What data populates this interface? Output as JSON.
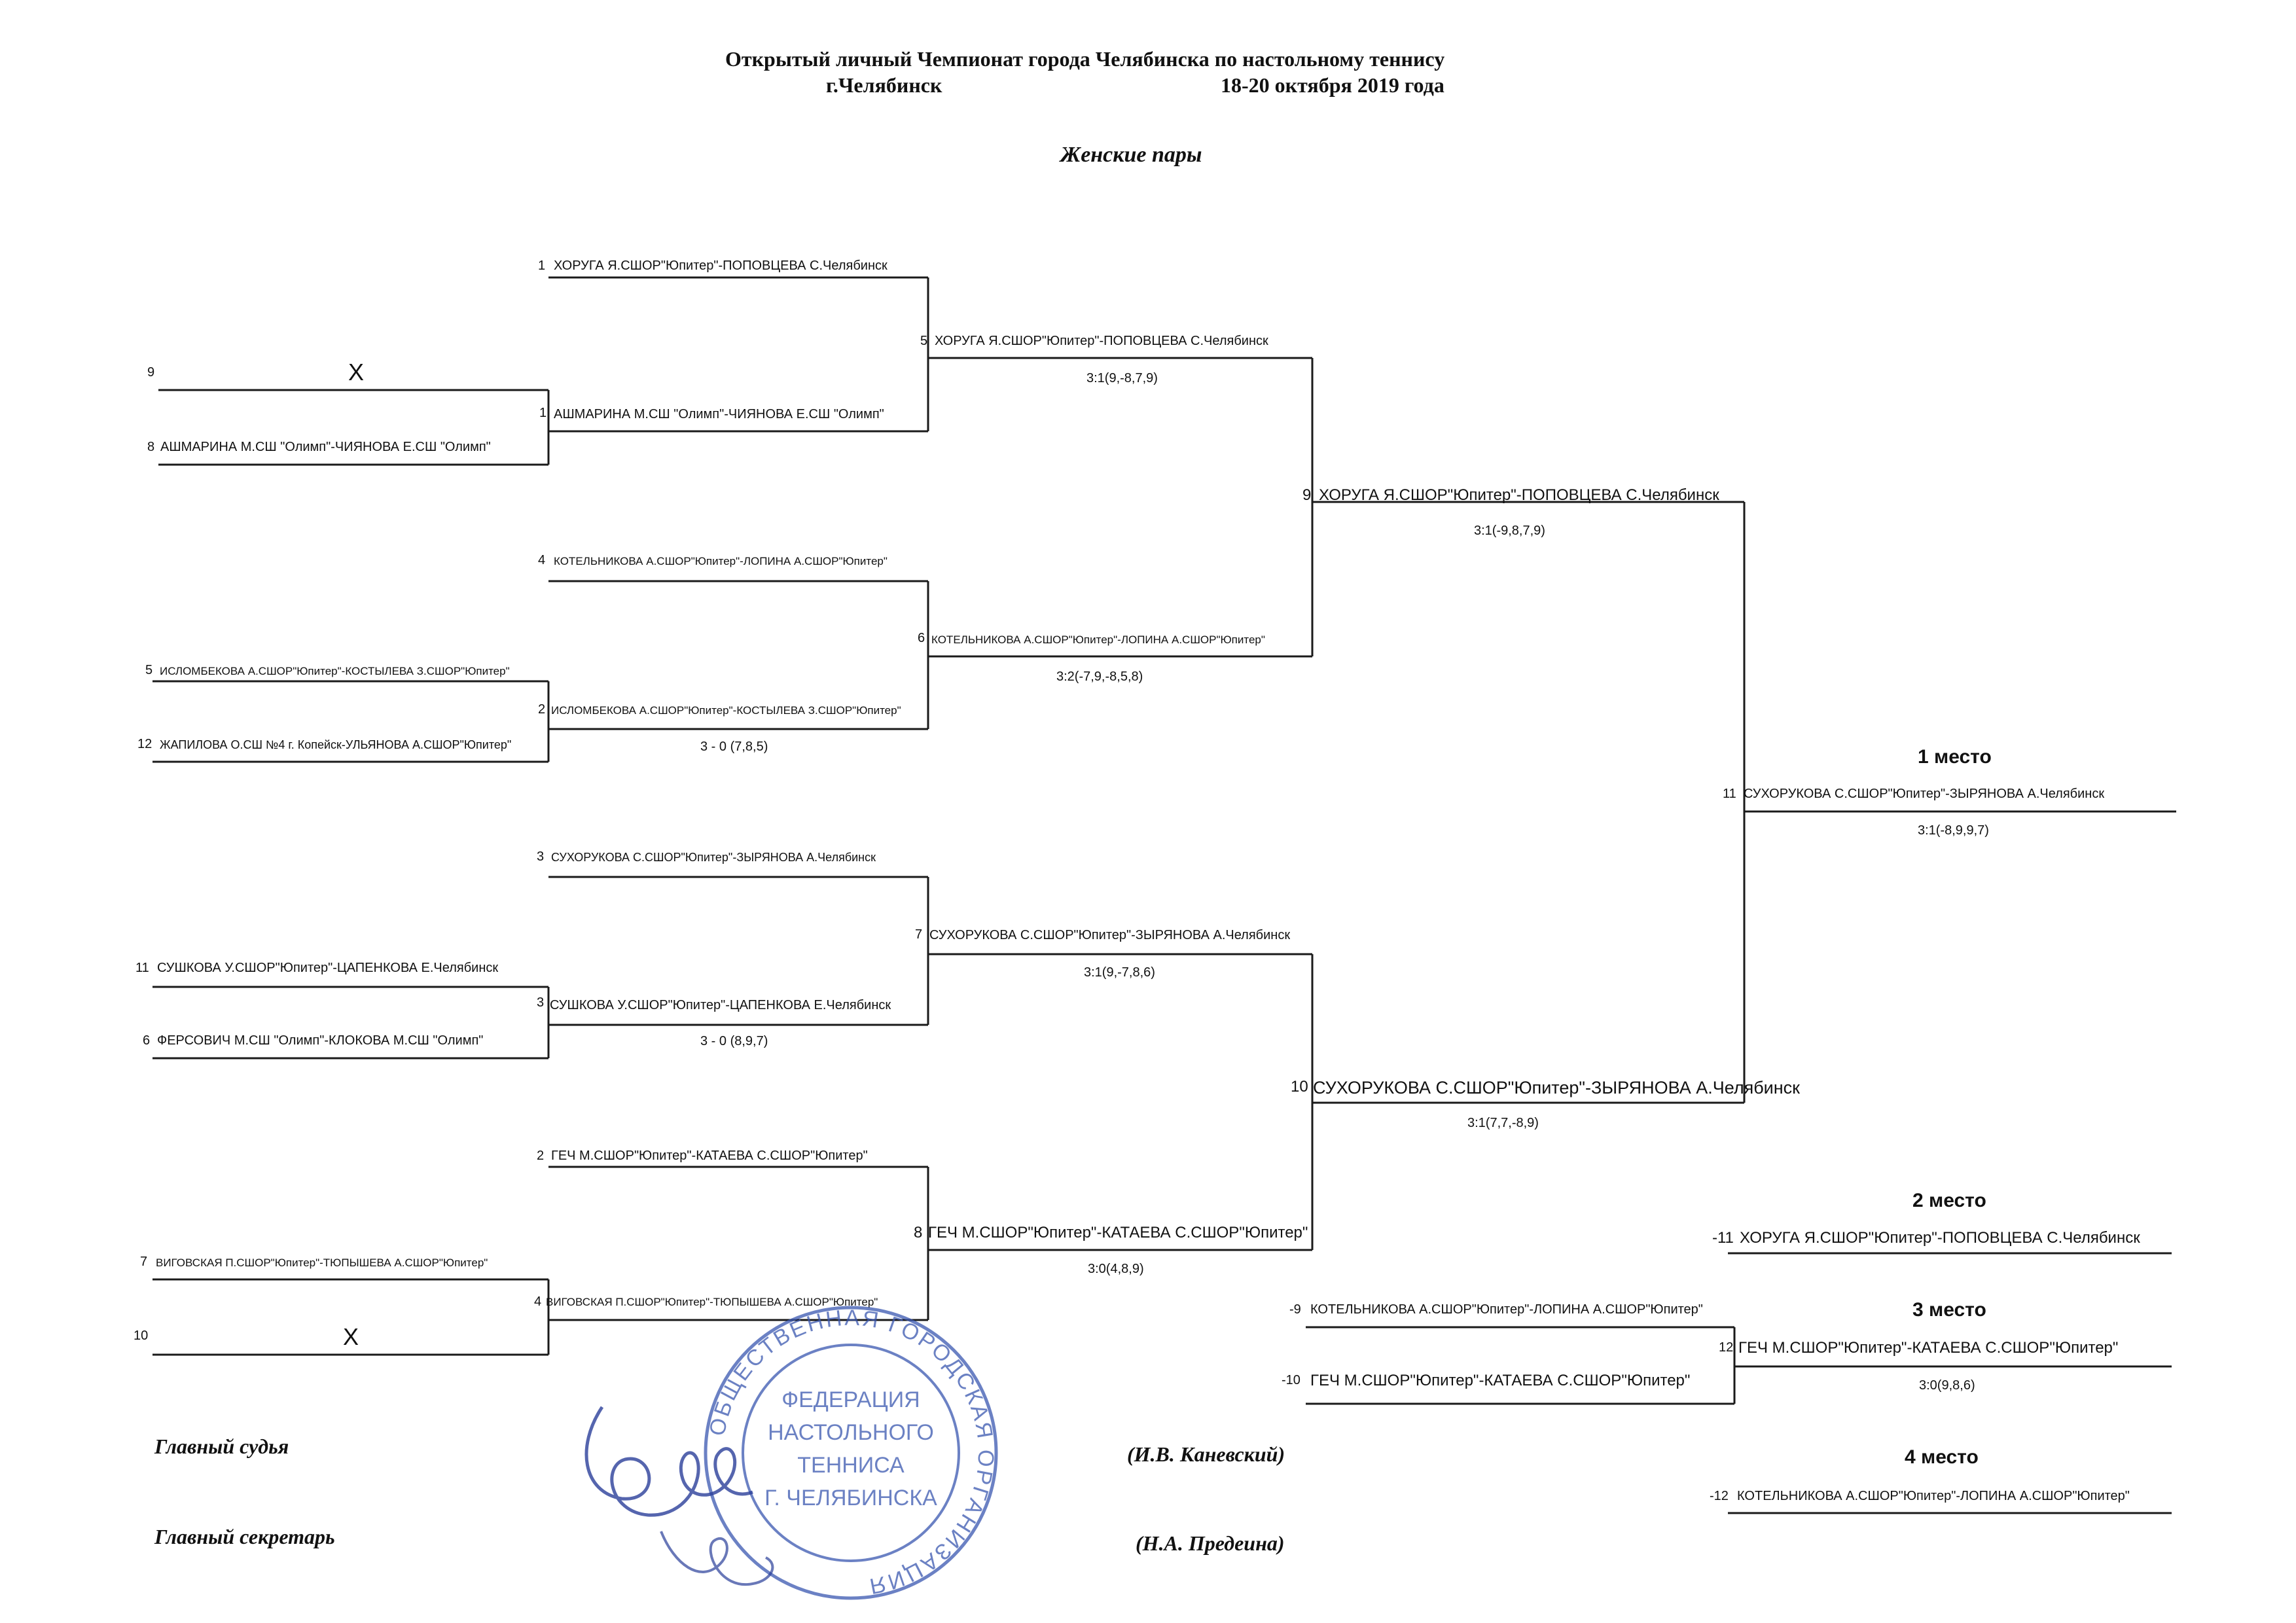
{
  "header": {
    "title": "Открытый  личный Чемпионат  города  Челябинска  по настольному теннису",
    "city": "г.Челябинск",
    "dates": "18-20 октября 2019 года",
    "category": "Женские  пары"
  },
  "round1": [
    {
      "seed": "1",
      "team": "ХОРУГА Я.СШОР\"Юпитер\"-ПОПОВЦЕВА С.Челябинск"
    },
    {
      "seed": "9",
      "team": "",
      "bye": "Х"
    },
    {
      "seed": "8",
      "team": "АШМАРИНА М.СШ \"Олимп\"-ЧИЯНОВА Е.СШ \"Олимп\""
    },
    {
      "seed": "4",
      "team": "КОТЕЛЬНИКОВА А.СШОР\"Юпитер\"-ЛОПИНА А.СШОР\"Юпитер\""
    },
    {
      "seed": "5",
      "team": "ИСЛОМБЕКОВА А.СШОР\"Юпитер\"-КОСТЫЛЕВА З.СШОР\"Юпитер\""
    },
    {
      "seed": "12",
      "team": "ЖАПИЛОВА О.СШ №4 г. Копейск-УЛЬЯНОВА А.СШОР\"Юпитер\""
    },
    {
      "seed": "3",
      "team": "СУХОРУКОВА С.СШОР\"Юпитер\"-ЗЫРЯНОВА А.Челябинск"
    },
    {
      "seed": "11",
      "team": "СУШКОВА У.СШОР\"Юпитер\"-ЦАПЕНКОВА Е.Челябинск"
    },
    {
      "seed": "6",
      "team": "ФЕРСОВИЧ М.СШ \"Олимп\"-КЛОКОВА М.СШ \"Олимп\""
    },
    {
      "seed": "2",
      "team": "ГЕЧ М.СШОР\"Юпитер\"-КАТАЕВА С.СШОР\"Юпитер\""
    },
    {
      "seed": "7",
      "team": "ВИГОВСКАЯ П.СШОР\"Юпитер\"-ТЮПЫШЕВА А.СШОР\"Юпитер\""
    },
    {
      "seed": "10",
      "team": "",
      "bye": "Х"
    }
  ],
  "round1_winners": [
    {
      "num": "1",
      "team": "АШМАРИНА М.СШ \"Олимп\"-ЧИЯНОВА Е.СШ \"Олимп\"",
      "score": ""
    },
    {
      "num": "2",
      "team": "ИСЛОМБЕКОВА А.СШОР\"Юпитер\"-КОСТЫЛЕВА З.СШОР\"Юпитер\"",
      "score": "3 - 0 (7,8,5)"
    },
    {
      "num": "3",
      "team": "СУШКОВА У.СШОР\"Юпитер\"-ЦАПЕНКОВА Е.Челябинск",
      "score": "3 - 0 (8,9,7)"
    },
    {
      "num": "4",
      "team": "ВИГОВСКАЯ П.СШОР\"Юпитер\"-ТЮПЫШЕВА А.СШОР\"Юпитер\"",
      "score": ""
    }
  ],
  "round2_winners": [
    {
      "num": "5",
      "team": "ХОРУГА Я.СШОР\"Юпитер\"-ПОПОВЦЕВА С.Челябинск",
      "score": "3:1(9,-8,7,9)"
    },
    {
      "num": "6",
      "team": "КОТЕЛЬНИКОВА А.СШОР\"Юпитер\"-ЛОПИНА А.СШОР\"Юпитер\"",
      "score": "3:2(-7,9,-8,5,8)"
    },
    {
      "num": "7",
      "team": "СУХОРУКОВА С.СШОР\"Юпитер\"-ЗЫРЯНОВА А.Челябинск",
      "score": "3:1(9,-7,8,6)"
    },
    {
      "num": "8",
      "team": "ГЕЧ М.СШОР\"Юпитер\"-КАТАЕВА С.СШОР\"Юпитер\"",
      "score": "3:0(4,8,9)"
    }
  ],
  "semifinal_winners": [
    {
      "num": "9",
      "team": "ХОРУГА Я.СШОР\"Юпитер\"-ПОПОВЦЕВА С.Челябинск",
      "score": "3:1(-9,8,7,9)"
    },
    {
      "num": "10",
      "team": "СУХОРУКОВА С.СШОР\"Юпитер\"-ЗЫРЯНОВА А.Челябинск",
      "score": "3:1(7,7,-8,9)"
    }
  ],
  "final": {
    "place": "1 место",
    "num": "11",
    "team": "СУХОРУКОВА С.СШОР\"Юпитер\"-ЗЫРЯНОВА А.Челябинск",
    "score": "3:1(-8,9,9,7)"
  },
  "second": {
    "place": "2 место",
    "num": "-11",
    "team": "ХОРУГА Я.СШОР\"Юпитер\"-ПОПОВЦЕВА С.Челябинск"
  },
  "third_match": {
    "a": {
      "num": "-9",
      "team": "КОТЕЛЬНИКОВА А.СШОР\"Юпитер\"-ЛОПИНА А.СШОР\"Юпитер\""
    },
    "b": {
      "num": "-10",
      "team": "ГЕЧ М.СШОР\"Юпитер\"-КАТАЕВА С.СШОР\"Юпитер\""
    },
    "place": "3 место",
    "num": "12",
    "team": "ГЕЧ М.СШОР\"Юпитер\"-КАТАЕВА С.СШОР\"Юпитер\"",
    "score": "3:0(9,8,6)"
  },
  "fourth": {
    "place": "4  место",
    "num": "-12",
    "team": "КОТЕЛЬНИКОВА А.СШОР\"Юпитер\"-ЛОПИНА А.СШОР\"Юпитер\""
  },
  "officials": {
    "judge_label": "Главный судья",
    "judge_name": "(И.В. Каневский)",
    "secretary_label": "Главный секретарь",
    "secretary_name": "(Н.А. Предеина)"
  },
  "stamp": {
    "outer": "ОБЩЕСТВЕННАЯ · ГОРОДСКАЯ · ОРГАНИЗАЦИЯ",
    "inner": [
      "ФЕДЕРАЦИЯ",
      "НАСТОЛЬНОГО",
      "ТЕННИСА",
      "Г. ЧЕЛЯБИНСКА"
    ]
  }
}
